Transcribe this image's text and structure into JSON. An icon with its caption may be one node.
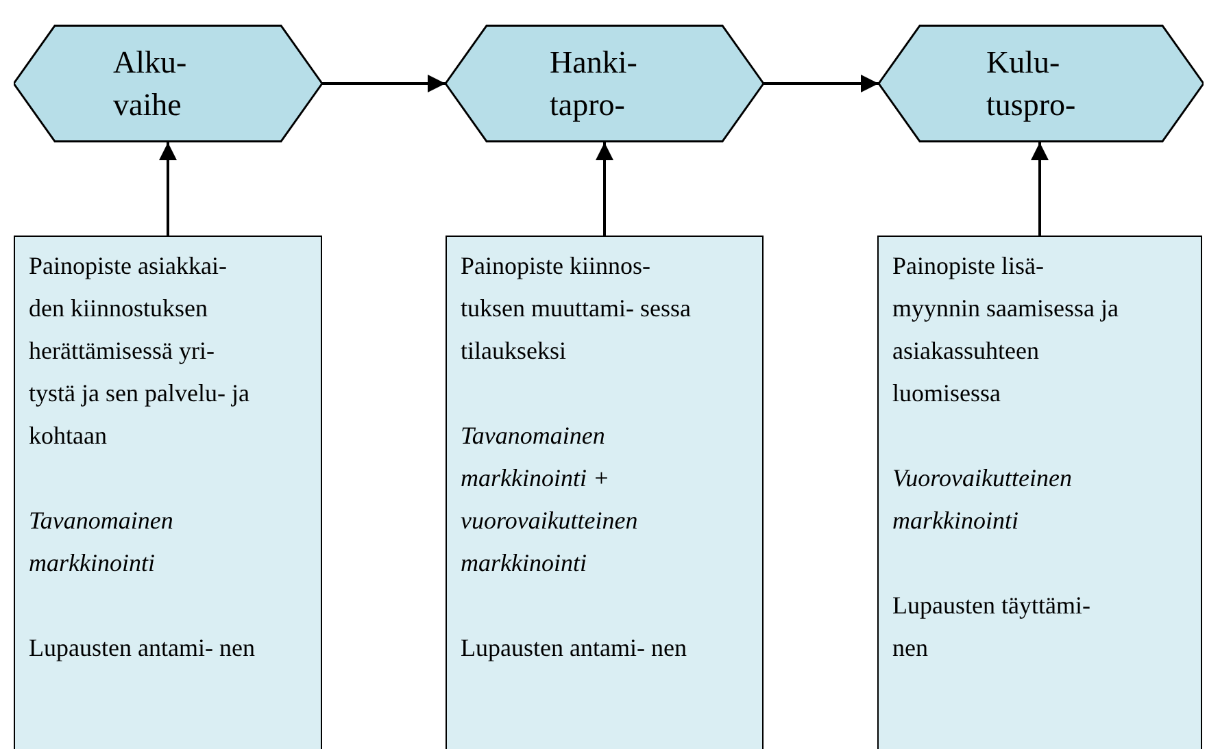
{
  "diagram": {
    "nodes": [
      {
        "text": [
          "Alku- vaihe"
        ]
      },
      {
        "text": [
          "Painopiste asiakkai- den kiinnostuksen herättämisessä yri- tystä ja sen palvelu- ja kohtaan",
          "Tavanomainen markkinointi",
          "Lupausten antami- nen"
        ]
      },
      {
        "text": [
          "Hanki- tapro-"
        ]
      },
      {
        "text": [
          "Painopiste kiinnos- tuksen muuttami- sessa tilaukseksi",
          "Tavanomainen markkinointi + vuorovaikutteinen markkinointi",
          "Lupausten antami- nen"
        ]
      },
      {
        "text": [
          "Kulu- tuspro-"
        ]
      },
      {
        "text": [
          "Painopiste lisä- myynnin saamisessa ja asiakassuhteen luomisessa",
          "Vuorovaikutteinen markkinointi",
          "Lupausten täyttämi- nen"
        ]
      }
    ],
    "edges": [
      {
        "from": 0,
        "to": 2,
        "arrow": "to"
      },
      {
        "from": 2,
        "to": 4,
        "arrow": "to"
      },
      {
        "from": 1,
        "to": 0,
        "arrow": "to"
      },
      {
        "from": 3,
        "to": 2,
        "arrow": "to"
      },
      {
        "from": 5,
        "to": 4,
        "arrow": "to"
      }
    ]
  }
}
